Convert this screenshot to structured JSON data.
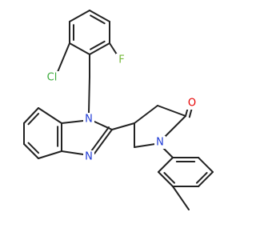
{
  "colors": {
    "background": "#ffffff",
    "bond": "#222222",
    "carbon": "#222222",
    "nitrogen": "#1f3bd6",
    "oxygen": "#e60000",
    "fluorine": "#76b83a",
    "chlorine": "#3cab3c"
  },
  "molecule": {
    "atoms": [
      {
        "id": "F",
        "label": "F",
        "element": "F"
      },
      {
        "id": "Cl",
        "label": "Cl",
        "element": "Cl"
      },
      {
        "id": "N1",
        "label": "N",
        "element": "N"
      },
      {
        "id": "N3",
        "label": "N",
        "element": "N"
      },
      {
        "id": "O",
        "label": "O",
        "element": "O"
      },
      {
        "id": "Np",
        "label": "N",
        "element": "N"
      }
    ]
  }
}
